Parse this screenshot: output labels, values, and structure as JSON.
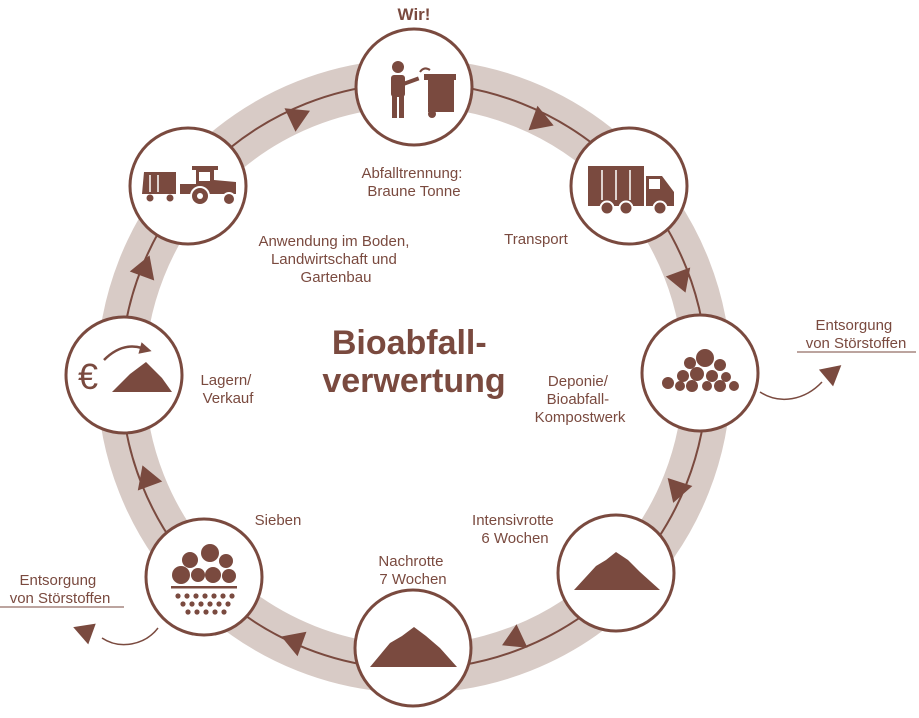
{
  "diagram": {
    "title_lines": [
      "Bioabfall-",
      "verwertung"
    ],
    "top_label": "Wir!",
    "colors": {
      "brown": "#7a4a3f",
      "ring": "#d8cbc6",
      "node_fill": "#ffffff"
    },
    "stages": [
      {
        "id": "abfalltrennung",
        "icon": "person-bin-icon",
        "label_lines": [
          "Abfalltrennung:",
          "Braune Tonne"
        ]
      },
      {
        "id": "transport",
        "icon": "garbage-truck-icon",
        "label_lines": [
          "Transport"
        ]
      },
      {
        "id": "kompostwerk",
        "icon": "waste-pile-icon",
        "label_lines": [
          "Deponie/",
          "Bioabfall-",
          "Kompostwerk"
        ]
      },
      {
        "id": "intensivrotte",
        "icon": "compost-heap-icon",
        "label_lines": [
          "Intensivrotte",
          "6 Wochen"
        ]
      },
      {
        "id": "nachrotte",
        "icon": "compost-heap-icon",
        "label_lines": [
          "Nachrotte",
          "7 Wochen"
        ]
      },
      {
        "id": "sieben",
        "icon": "sieve-icon",
        "label_lines": [
          "Sieben"
        ]
      },
      {
        "id": "lagern",
        "icon": "euro-heap-icon",
        "label_lines": [
          "Lagern/",
          "Verkauf"
        ]
      },
      {
        "id": "anwendung",
        "icon": "tractor-icon",
        "label_lines": [
          "Anwendung im Boden,",
          "Landwirtschaft und",
          "Gartenbau"
        ]
      }
    ],
    "side_outputs": [
      {
        "id": "stoerstoffe-right",
        "label_lines": [
          "Entsorgung",
          "von Störstoffen"
        ]
      },
      {
        "id": "stoerstoffe-left",
        "label_lines": [
          "Entsorgung",
          "von Störstoffen"
        ]
      }
    ]
  }
}
